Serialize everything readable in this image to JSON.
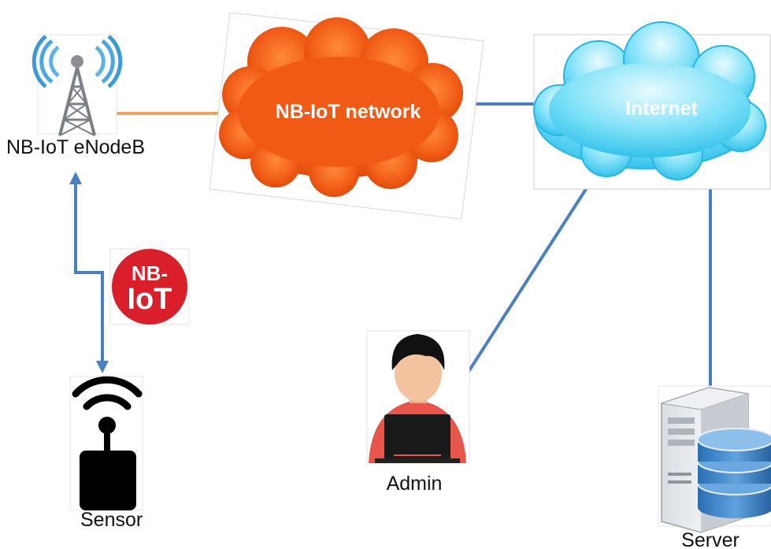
{
  "nodes": {
    "enodeb": {
      "label": "NB-IoT eNodeB"
    },
    "nbiot_network": {
      "label": "NB-IoT network"
    },
    "internet": {
      "label": "Internet"
    },
    "sensor": {
      "label": "Sensor"
    },
    "admin": {
      "label": "Admin"
    },
    "server": {
      "label": "Server"
    }
  },
  "badge": {
    "line1": "NB-",
    "line2": "IoT"
  },
  "icons": [
    "antenna-tower-icon",
    "cloud-icon",
    "cloud-icon",
    "wireless-sensor-icon",
    "admin-user-icon",
    "database-server-icon",
    "nbiot-logo-icon"
  ],
  "colors": {
    "link": "#4a7fc0",
    "tower_link": "#f0a060",
    "nbiot_cloud": "#ef5a14",
    "internet_cloud": "#4fcdf2",
    "badge": "#d81f2a"
  }
}
